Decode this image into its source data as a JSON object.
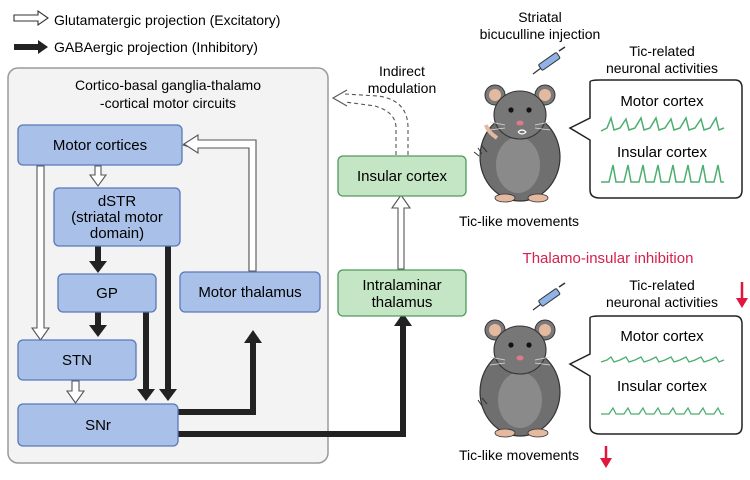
{
  "legend": {
    "excitatory": "Glutamatergic projection (Excitatory)",
    "inhibitory": "GABAergic projection (Inhibitory)"
  },
  "circuit": {
    "title_line1": "Cortico-basal ganglia-thalamo",
    "title_line2": "-cortical motor circuits",
    "motor_cortices": "Motor cortices",
    "dstr_line1": "dSTR",
    "dstr_line2": "(striatal motor",
    "dstr_line3": "domain)",
    "gp": "GP",
    "stn": "STN",
    "snr": "SNr",
    "motor_thalamus": "Motor thalamus"
  },
  "right": {
    "insular_cortex": "Insular cortex",
    "intralaminar_line1": "Intralaminar",
    "intralaminar_line2": "thalamus",
    "indirect_line1": "Indirect",
    "indirect_line2": "modulation"
  },
  "top_panel": {
    "injection_line1": "Striatal",
    "injection_line2": "bicuculline injection",
    "activities_line1": "Tic-related",
    "activities_line2": "neuronal activities",
    "trace1_label": "Motor cortex",
    "trace2_label": "Insular cortex",
    "caption": "Tic-like movements"
  },
  "bottom_panel": {
    "heading": "Thalamo-insular inhibition",
    "activities_line1": "Tic-related",
    "activities_line2": "neuronal activities",
    "trace1_label": "Motor cortex",
    "trace2_label": "Insular cortex",
    "caption": "Tic-like movements"
  },
  "colors": {
    "blue_box": "#a9c0e8",
    "green_box": "#c5e6c4",
    "trace": "#4cae70",
    "red_arrow": "#e0163c",
    "heading_red": "#d6204d"
  }
}
